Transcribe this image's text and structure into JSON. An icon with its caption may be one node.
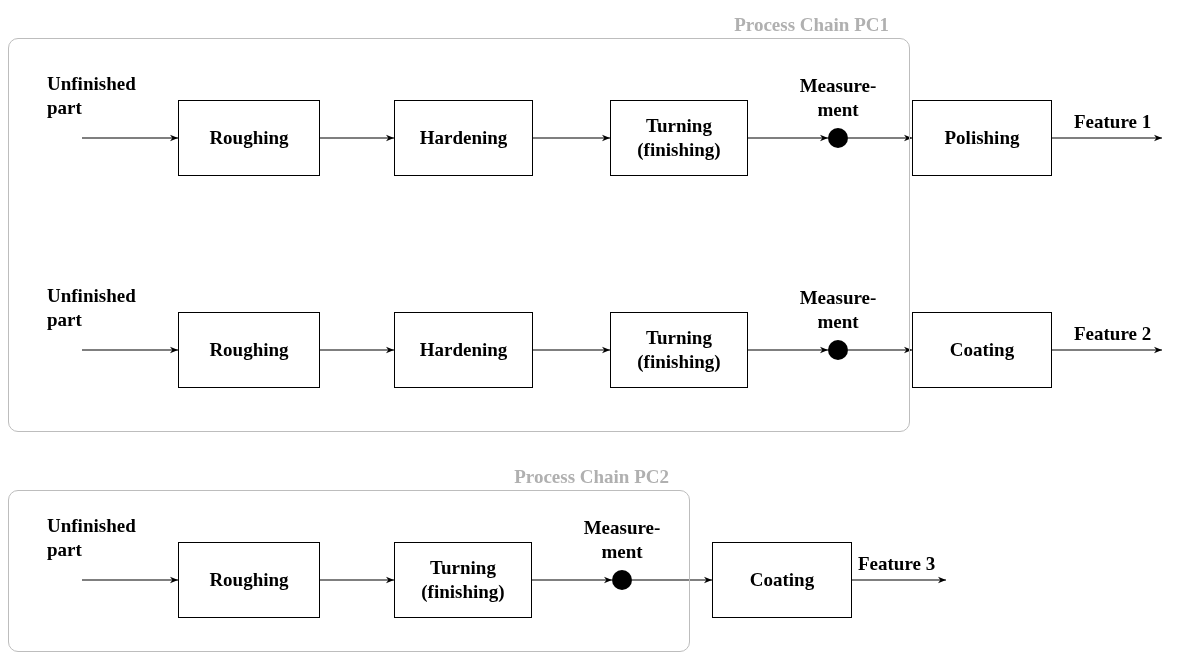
{
  "diagram": {
    "nodes": [
      {
        "text": [
          "Process Chain PC1"
        ]
      },
      {
        "text": [
          "Roughing"
        ],
        "in": 0
      },
      {
        "text": [
          "Hardening"
        ],
        "in": 0
      },
      {
        "text": [
          "Turning (finishing)"
        ],
        "in": 0
      },
      {
        "text": [],
        "shape": "circle",
        "in": 0,
        "beside": [
          "Measure- ment"
        ]
      },
      {
        "text": [
          "Polishing"
        ]
      },
      {
        "text": [
          "Roughing"
        ],
        "in": 0
      },
      {
        "text": [
          "Hardening"
        ],
        "in": 0
      },
      {
        "text": [
          "Turning (finishing)"
        ],
        "in": 0
      },
      {
        "text": [],
        "shape": "circle",
        "in": 0,
        "beside": [
          "Measure- ment"
        ]
      },
      {
        "text": [
          "Coating"
        ]
      },
      {
        "text": [
          "Process Chain PC2"
        ]
      },
      {
        "text": [
          "Roughing"
        ],
        "in": 11
      },
      {
        "text": [
          "Turning (finishing)"
        ],
        "in": 11
      },
      {
        "text": [],
        "shape": "circle",
        "in": 11,
        "beside": [
          "Measure- ment"
        ]
      },
      {
        "text": [
          "Coating"
        ]
      }
    ],
    "edges": [
      {
        "from": null,
        "to": 1,
        "arrow": "to",
        "label": "Unfinished part"
      },
      {
        "from": 1,
        "to": 2,
        "arrow": "to"
      },
      {
        "from": 2,
        "to": 3,
        "arrow": "to"
      },
      {
        "from": 3,
        "to": 4,
        "arrow": "to"
      },
      {
        "from": 4,
        "to": 5,
        "arrow": "to"
      },
      {
        "from": 5,
        "to": null,
        "arrow": "to",
        "label": "Feature 1"
      },
      {
        "from": null,
        "to": 6,
        "arrow": "to",
        "label": "Unfinished part"
      },
      {
        "from": 6,
        "to": 7,
        "arrow": "to"
      },
      {
        "from": 7,
        "to": 8,
        "arrow": "to"
      },
      {
        "from": 8,
        "to": 9,
        "arrow": "to"
      },
      {
        "from": 9,
        "to": 10,
        "arrow": "to"
      },
      {
        "from": 10,
        "to": null,
        "arrow": "to",
        "label": "Feature 2"
      },
      {
        "from": null,
        "to": 12,
        "arrow": "to",
        "label": "Unfinished part"
      },
      {
        "from": 12,
        "to": 13,
        "arrow": "to"
      },
      {
        "from": 13,
        "to": 14,
        "arrow": "to"
      },
      {
        "from": 14,
        "to": 15,
        "arrow": "to"
      },
      {
        "from": 15,
        "to": null,
        "arrow": "to",
        "label": "Feature 3"
      }
    ]
  }
}
